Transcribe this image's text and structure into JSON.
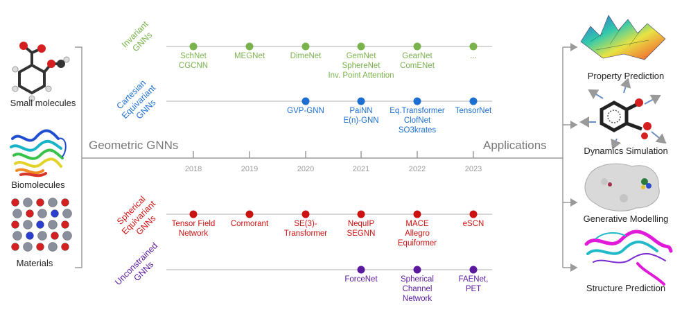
{
  "left_inputs": [
    {
      "label": "Small molecules",
      "icon": "small-molecule-icon"
    },
    {
      "label": "Biomolecules",
      "icon": "protein-ribbon-icon"
    },
    {
      "label": "Materials",
      "icon": "crystal-lattice-icon"
    }
  ],
  "center": {
    "left_title": "Geometric GNNs",
    "right_title": "Applications"
  },
  "years": [
    "2018",
    "2019",
    "2020",
    "2021",
    "2022",
    "2023"
  ],
  "categories": [
    {
      "id": "invariant",
      "title": [
        "Invariant",
        "GNNs"
      ],
      "color": "#7ab24c",
      "entries": [
        {
          "year": "2018",
          "lines": [
            "SchNet",
            "CGCNN"
          ]
        },
        {
          "year": "2019",
          "lines": [
            "MEGNet"
          ]
        },
        {
          "year": "2020",
          "lines": [
            "DimeNet"
          ]
        },
        {
          "year": "2021",
          "lines": [
            "GemNet",
            "SphereNet",
            "Inv. Point Attention"
          ]
        },
        {
          "year": "2022",
          "lines": [
            "GearNet",
            "ComENet"
          ]
        },
        {
          "year": "2023",
          "lines": [
            "..."
          ]
        }
      ]
    },
    {
      "id": "cartesian",
      "title": [
        "Cartesian",
        "Equivariant",
        "GNNs"
      ],
      "color": "#1c6fd1",
      "entries": [
        {
          "year": "2020",
          "lines": [
            "GVP-GNN"
          ]
        },
        {
          "year": "2021",
          "lines": [
            "PaiNN",
            "E(n)-GNN"
          ]
        },
        {
          "year": "2022",
          "lines": [
            "Eq.Transformer",
            "ClofNet",
            "SO3krates"
          ]
        },
        {
          "year": "2023",
          "lines": [
            "TensorNet"
          ]
        }
      ]
    },
    {
      "id": "spherical",
      "title": [
        "Spherical",
        "Equivariant",
        "GNNs"
      ],
      "color": "#cc1111",
      "entries": [
        {
          "year": "2018",
          "lines": [
            "Tensor Field",
            "Network"
          ]
        },
        {
          "year": "2019",
          "lines": [
            "Cormorant"
          ]
        },
        {
          "year": "2020",
          "lines": [
            "SE(3)-",
            "Transformer"
          ]
        },
        {
          "year": "2021",
          "lines": [
            "NequIP",
            "SEGNN"
          ]
        },
        {
          "year": "2022",
          "lines": [
            "MACE",
            "Allegro",
            "Equiformer"
          ]
        },
        {
          "year": "2023",
          "lines": [
            "eSCN"
          ]
        }
      ]
    },
    {
      "id": "unconstrained",
      "title": [
        "Unconstrained",
        "GNNs"
      ],
      "color": "#5b1a9e",
      "entries": [
        {
          "year": "2021",
          "lines": [
            "ForceNet"
          ]
        },
        {
          "year": "2022",
          "lines": [
            "Spherical",
            "Channel",
            "Network"
          ]
        },
        {
          "year": "2023",
          "lines": [
            "FAENet,",
            "PET"
          ]
        }
      ]
    }
  ],
  "applications": [
    {
      "label": "Property Prediction",
      "icon": "surface-plot-icon"
    },
    {
      "label": "Dynamics Simulation",
      "icon": "molecule-forces-icon"
    },
    {
      "label": "Generative Modelling",
      "icon": "protein-surface-icon"
    },
    {
      "label": "Structure Prediction",
      "icon": "protein-structure-icon"
    }
  ],
  "colors": {
    "axis": "#9a9a9a",
    "line": "#c8c8c8",
    "text": "#222222"
  }
}
